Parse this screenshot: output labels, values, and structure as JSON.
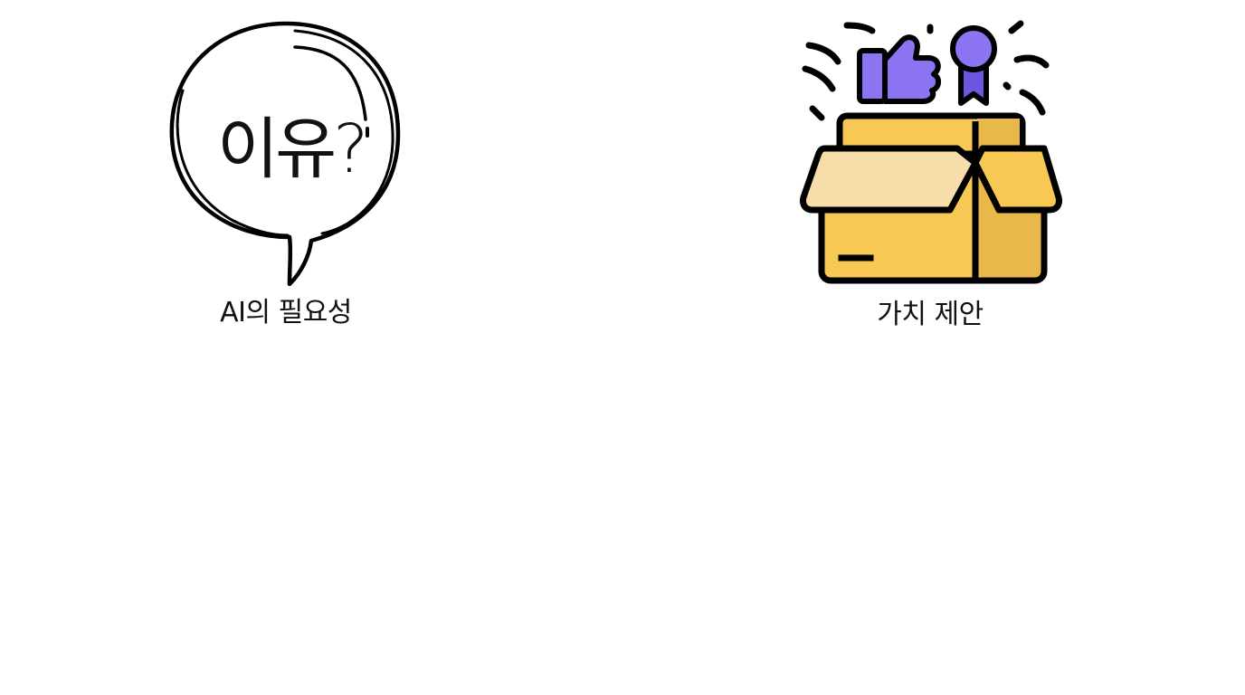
{
  "items": [
    {
      "icon": "question-speech-bubble-icon",
      "bubble_text": "이유?",
      "label": "AI의 필요성"
    },
    {
      "icon": "value-box-icon",
      "label": "가치 제안"
    }
  ],
  "colors": {
    "box_main": "#F7C954",
    "box_shade": "#E9B84A",
    "box_flap_light": "#F7DDAA",
    "accent_purple": "#8C74F2",
    "accent_purple_dark": "#6E55E0",
    "outline": "#000000"
  }
}
